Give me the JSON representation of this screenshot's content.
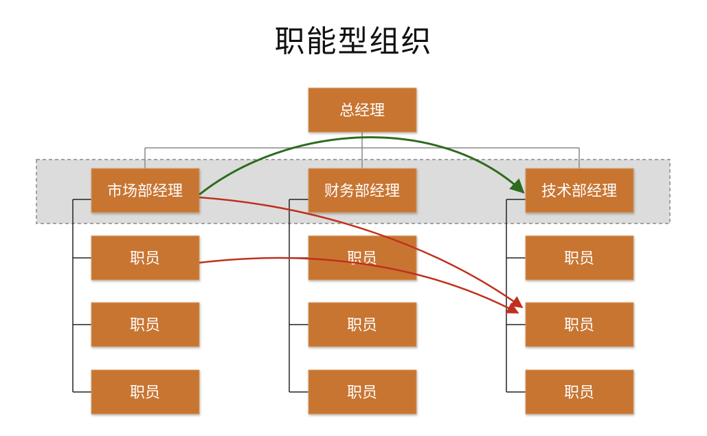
{
  "title": "职能型组织",
  "colors": {
    "box_fill": "#c87433",
    "box_border": "#d99a63",
    "band_fill": "#dcdcdc",
    "band_border": "#888888",
    "connector": "#555555",
    "tree_line": "#222222",
    "arrow_green": "#2e6b1f",
    "arrow_red": "#c0301c"
  },
  "nodes": {
    "ceo": "总经理",
    "managers": [
      "市场部经理",
      "财务部经理",
      "技术部经理"
    ],
    "staff_label": "职员"
  }
}
